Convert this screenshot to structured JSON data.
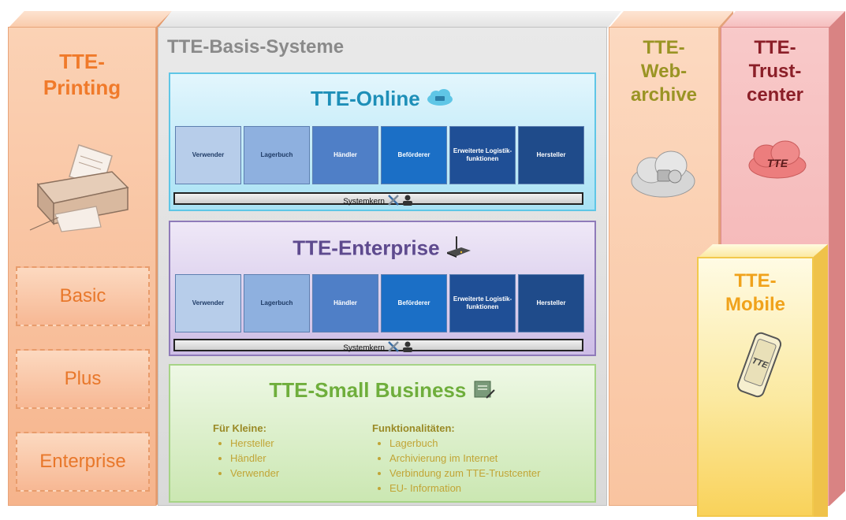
{
  "printing": {
    "title": "TTE-\nPrinting",
    "tiers": [
      "Basic",
      "Plus",
      "Enterprise"
    ]
  },
  "basis": {
    "title": "TTE-Basis-Systeme",
    "online": {
      "title": "TTE-Online",
      "modules": [
        "Verwender",
        "Lagerbuch",
        "Händler",
        "Beförderer",
        "Erweiterte Logistik-funktionen",
        "Hersteller"
      ],
      "kern": "Systemkern"
    },
    "enterprise": {
      "title": "TTE-Enterprise",
      "modules": [
        "Verwender",
        "Lagerbuch",
        "Händler",
        "Beförderer",
        "Erweiterte Logistik-funktionen",
        "Hersteller"
      ],
      "kern": "Systemkern"
    },
    "small_business": {
      "title": "TTE-Small Business",
      "left_header": "Für Kleine:",
      "left_items": [
        "Hersteller",
        "Händler",
        "Verwender"
      ],
      "right_header": "Funktionalitäten:",
      "right_items": [
        "Lagerbuch",
        "Archivierung im Internet",
        "Verbindung zum TTE-Trustcenter",
        "EU- Information"
      ]
    }
  },
  "webarchive": {
    "title": "TTE-\nWeb-\narchive"
  },
  "trustcenter": {
    "title": "TTE-\nTrust-\ncenter",
    "logo_text": "TTE"
  },
  "mobile": {
    "title": "TTE-\nMobile",
    "logo_text": "TTE"
  },
  "colors": {
    "printing": "#f07a2a",
    "basis_title": "#8a8a8a",
    "online_title": "#1e8fb8",
    "enterprise_title": "#5e4a8e",
    "small_title": "#6fae3c",
    "web_title": "#9a9424",
    "trust_title": "#8b1f28",
    "mobile_title": "#f0a21b"
  },
  "icons": [
    "printer-icon",
    "online-cloud-icon",
    "tools-icon",
    "router-icon",
    "notepad-icon",
    "archive-cloud-icon",
    "tte-cloud-icon",
    "phone-icon"
  ]
}
